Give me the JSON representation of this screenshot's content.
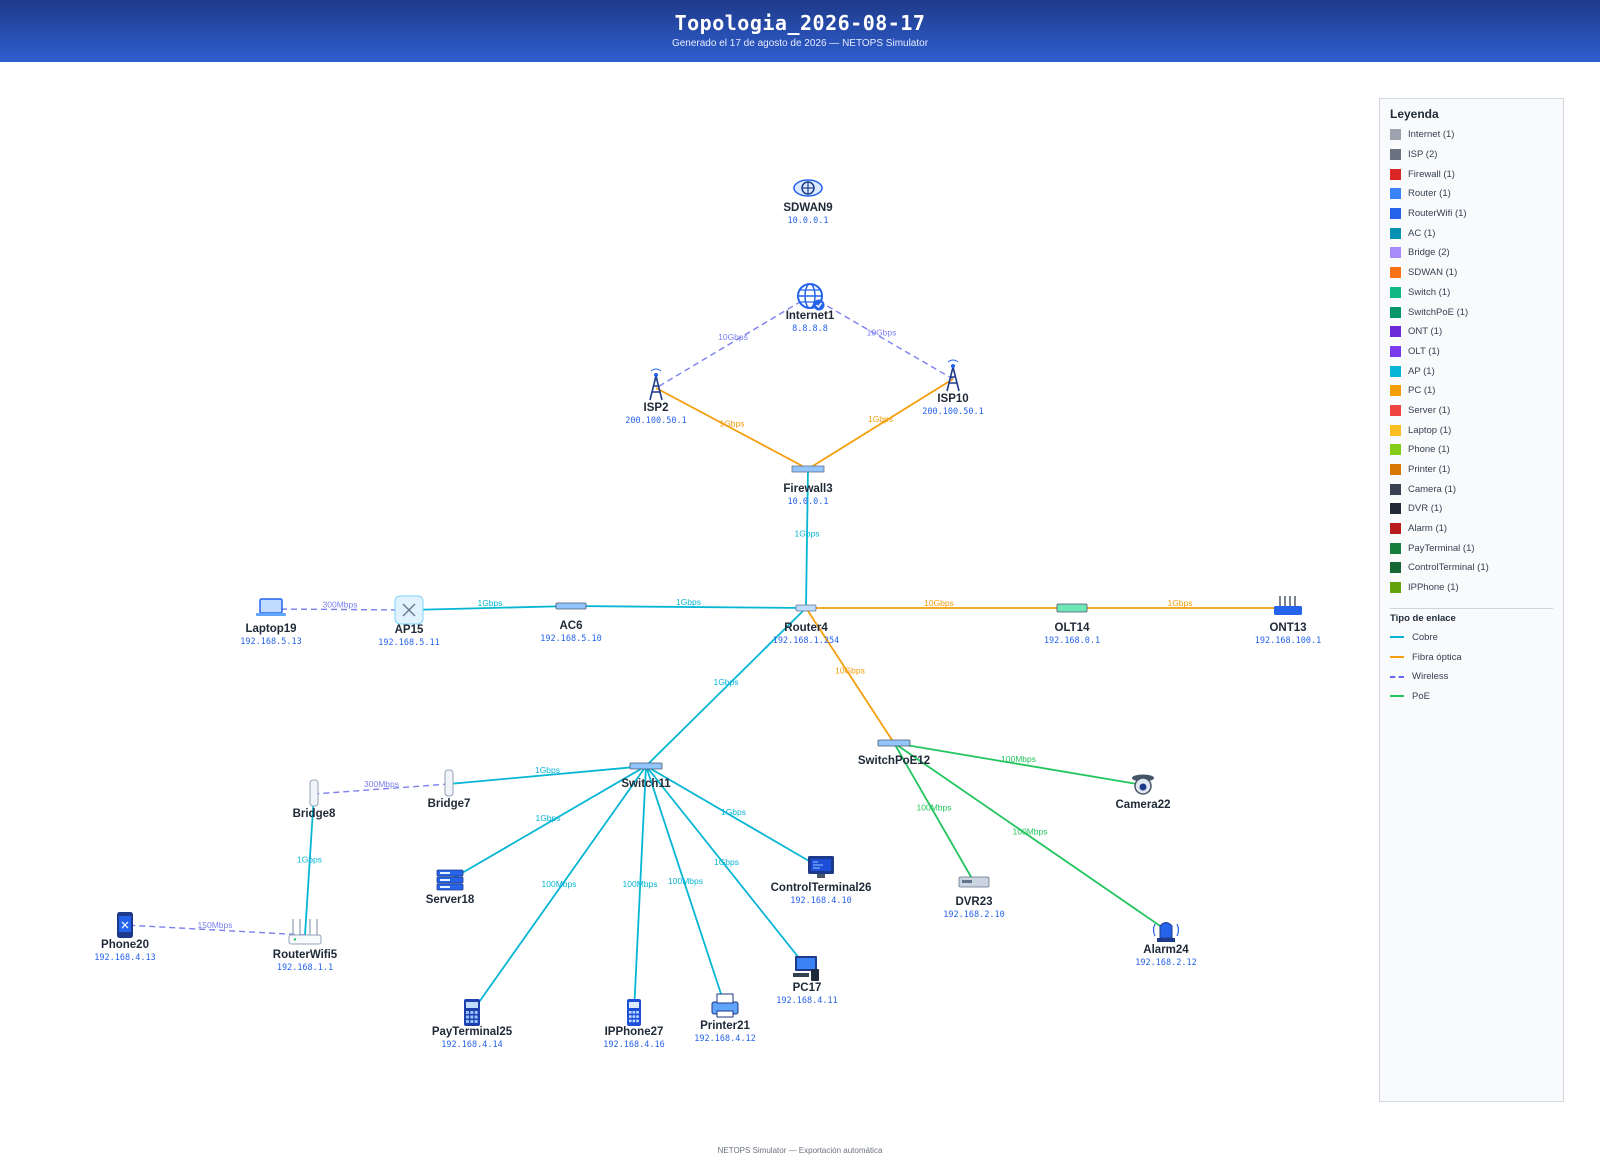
{
  "header": {
    "title": "Topologia_2026-08-17",
    "subtitle": "Generado el 17 de agosto de 2026 — NETOPS Simulator"
  },
  "colors": {
    "cobre": "#06b6d4",
    "fibra": "#f59e0b",
    "wireless": "#6366f1",
    "poe": "#22c55e"
  },
  "nodes": [
    {
      "id": "SDWAN9",
      "name": "SDWAN9",
      "ip": "10.0.0.1",
      "icon": "sdwan-icon",
      "type": "SDWAN"
    },
    {
      "id": "Internet1",
      "name": "Internet1",
      "ip": "8.8.8.8",
      "icon": "globe-icon",
      "type": "Internet"
    },
    {
      "id": "ISP2",
      "name": "ISP2",
      "ip": "200.100.50.1",
      "icon": "antenna-tower-icon",
      "type": "ISP"
    },
    {
      "id": "ISP10",
      "name": "ISP10",
      "ip": "200.100.50.1",
      "icon": "antenna-tower-icon",
      "type": "ISP"
    },
    {
      "id": "Firewall3",
      "name": "Firewall3",
      "ip": "10.0.0.1",
      "icon": "firewall-icon",
      "type": "Firewall"
    },
    {
      "id": "Laptop19",
      "name": "Laptop19",
      "ip": "192.168.5.13",
      "icon": "laptop-icon",
      "type": "Laptop"
    },
    {
      "id": "AP15",
      "name": "AP15",
      "ip": "192.168.5.11",
      "icon": "access-point-icon",
      "type": "AP"
    },
    {
      "id": "AC6",
      "name": "AC6",
      "ip": "192.168.5.10",
      "icon": "ac-controller-icon",
      "type": "AC"
    },
    {
      "id": "Router4",
      "name": "Router4",
      "ip": "192.168.1.254",
      "icon": "router-icon",
      "type": "Router"
    },
    {
      "id": "OLT14",
      "name": "OLT14",
      "ip": "192.168.0.1",
      "icon": "olt-icon",
      "type": "OLT"
    },
    {
      "id": "ONT13",
      "name": "ONT13",
      "ip": "192.168.100.1",
      "icon": "ont-icon",
      "type": "ONT"
    },
    {
      "id": "SwitchPoE12",
      "name": "SwitchPoE12",
      "ip": "",
      "icon": "switch-poe-icon",
      "type": "SwitchPoE"
    },
    {
      "id": "Switch11",
      "name": "Switch11",
      "ip": "",
      "icon": "switch-icon",
      "type": "Switch"
    },
    {
      "id": "Bridge8",
      "name": "Bridge8",
      "ip": "",
      "icon": "bridge-icon",
      "type": "Bridge"
    },
    {
      "id": "Bridge7",
      "name": "Bridge7",
      "ip": "",
      "icon": "bridge-icon",
      "type": "Bridge"
    },
    {
      "id": "Camera22",
      "name": "Camera22",
      "ip": "",
      "icon": "camera-icon",
      "type": "Camera"
    },
    {
      "id": "Server18",
      "name": "Server18",
      "ip": "",
      "icon": "server-icon",
      "type": "Server"
    },
    {
      "id": "ControlTerminal26",
      "name": "ControlTerminal26",
      "ip": "192.168.4.10",
      "icon": "control-terminal-icon",
      "type": "ControlTerminal"
    },
    {
      "id": "DVR23",
      "name": "DVR23",
      "ip": "192.168.2.10",
      "icon": "dvr-icon",
      "type": "DVR"
    },
    {
      "id": "Phone20",
      "name": "Phone20",
      "ip": "192.168.4.13",
      "icon": "phone-icon",
      "type": "Phone"
    },
    {
      "id": "RouterWifi5",
      "name": "RouterWifi5",
      "ip": "192.168.1.1",
      "icon": "wifi-router-icon",
      "type": "RouterWifi"
    },
    {
      "id": "Alarm24",
      "name": "Alarm24",
      "ip": "192.168.2.12",
      "icon": "alarm-icon",
      "type": "Alarm"
    },
    {
      "id": "PC17",
      "name": "PC17",
      "ip": "192.168.4.11",
      "icon": "pc-icon",
      "type": "PC"
    },
    {
      "id": "PayTerminal25",
      "name": "PayTerminal25",
      "ip": "192.168.4.14",
      "icon": "pay-terminal-icon",
      "type": "PayTerminal"
    },
    {
      "id": "IPPhone27",
      "name": "IPPhone27",
      "ip": "192.168.4.16",
      "icon": "ip-phone-icon",
      "type": "IPPhone"
    },
    {
      "id": "Printer21",
      "name": "Printer21",
      "ip": "192.168.4.12",
      "icon": "printer-icon",
      "type": "Printer"
    }
  ],
  "links": [
    {
      "from": "Internet1",
      "to": "ISP2",
      "type": "wireless",
      "label": "10Gbps"
    },
    {
      "from": "Internet1",
      "to": "ISP10",
      "type": "wireless",
      "label": "10Gbps"
    },
    {
      "from": "ISP2",
      "to": "Firewall3",
      "type": "fibra",
      "label": "1Gbps"
    },
    {
      "from": "ISP10",
      "to": "Firewall3",
      "type": "fibra",
      "label": "1Gbps"
    },
    {
      "from": "Firewall3",
      "to": "Router4",
      "type": "cobre",
      "label": "1Gbps"
    },
    {
      "from": "Laptop19",
      "to": "AP15",
      "type": "wireless",
      "label": "300Mbps"
    },
    {
      "from": "AP15",
      "to": "AC6",
      "type": "cobre",
      "label": "1Gbps"
    },
    {
      "from": "AC6",
      "to": "Router4",
      "type": "cobre",
      "label": "1Gbps"
    },
    {
      "from": "Router4",
      "to": "OLT14",
      "type": "fibra",
      "label": "10Gbps"
    },
    {
      "from": "OLT14",
      "to": "ONT13",
      "type": "fibra",
      "label": "1Gbps"
    },
    {
      "from": "Router4",
      "to": "Switch11",
      "type": "cobre",
      "label": "1Gbps"
    },
    {
      "from": "Router4",
      "to": "SwitchPoE12",
      "type": "fibra",
      "label": "10Gbps"
    },
    {
      "from": "SwitchPoE12",
      "to": "Camera22",
      "type": "poe",
      "label": "100Mbps"
    },
    {
      "from": "SwitchPoE12",
      "to": "DVR23",
      "type": "poe",
      "label": "100Mbps"
    },
    {
      "from": "SwitchPoE12",
      "to": "Alarm24",
      "type": "poe",
      "label": "100Mbps"
    },
    {
      "from": "Switch11",
      "to": "Bridge7",
      "type": "cobre",
      "label": "1Gbps"
    },
    {
      "from": "Bridge7",
      "to": "Bridge8",
      "type": "wireless",
      "label": "300Mbps"
    },
    {
      "from": "Bridge8",
      "to": "RouterWifi5",
      "type": "cobre",
      "label": "1Gbps"
    },
    {
      "from": "RouterWifi5",
      "to": "Phone20",
      "type": "wireless",
      "label": "150Mbps"
    },
    {
      "from": "Switch11",
      "to": "Server18",
      "type": "cobre",
      "label": "1Gbps"
    },
    {
      "from": "Switch11",
      "to": "ControlTerminal26",
      "type": "cobre",
      "label": "1Gbps"
    },
    {
      "from": "Switch11",
      "to": "PC17",
      "type": "cobre",
      "label": "1Gbps"
    },
    {
      "from": "Switch11",
      "to": "PayTerminal25",
      "type": "cobre",
      "label": "100Mbps"
    },
    {
      "from": "Switch11",
      "to": "IPPhone27",
      "type": "cobre",
      "label": "100Mbps"
    },
    {
      "from": "Switch11",
      "to": "Printer21",
      "type": "cobre",
      "label": "100Mbps"
    }
  ],
  "legend": {
    "title": "Leyenda",
    "items": [
      {
        "label": "Internet (1)",
        "color": "#9ca3af"
      },
      {
        "label": "ISP (2)",
        "color": "#6b7280"
      },
      {
        "label": "Firewall (1)",
        "color": "#dc2626"
      },
      {
        "label": "Router (1)",
        "color": "#3b82f6"
      },
      {
        "label": "RouterWifi (1)",
        "color": "#2563eb"
      },
      {
        "label": "AC (1)",
        "color": "#0891b2"
      },
      {
        "label": "Bridge (2)",
        "color": "#a78bfa"
      },
      {
        "label": "SDWAN (1)",
        "color": "#f97316"
      },
      {
        "label": "Switch (1)",
        "color": "#10b981"
      },
      {
        "label": "SwitchPoE (1)",
        "color": "#059669"
      },
      {
        "label": "ONT (1)",
        "color": "#6d28d9"
      },
      {
        "label": "OLT (1)",
        "color": "#7c3aed"
      },
      {
        "label": "AP (1)",
        "color": "#06b6d4"
      },
      {
        "label": "PC (1)",
        "color": "#f59e0b"
      },
      {
        "label": "Server (1)",
        "color": "#ef4444"
      },
      {
        "label": "Laptop (1)",
        "color": "#fbbf24"
      },
      {
        "label": "Phone (1)",
        "color": "#84cc16"
      },
      {
        "label": "Printer (1)",
        "color": "#d97706"
      },
      {
        "label": "Camera (1)",
        "color": "#374151"
      },
      {
        "label": "DVR (1)",
        "color": "#1f2937"
      },
      {
        "label": "Alarm (1)",
        "color": "#b91c1c"
      },
      {
        "label": "PayTerminal (1)",
        "color": "#15803d"
      },
      {
        "label": "ControlTerminal (1)",
        "color": "#166534"
      },
      {
        "label": "IPPhone (1)",
        "color": "#65a30d"
      }
    ],
    "link_title": "Tipo de enlace",
    "link_types": [
      {
        "label": "Cobre",
        "color": "#06b6d4",
        "style": "solid"
      },
      {
        "label": "Fibra óptica",
        "color": "#f59e0b",
        "style": "solid"
      },
      {
        "label": "Wireless",
        "color": "#6366f1",
        "style": "dashed"
      },
      {
        "label": "PoE",
        "color": "#22c55e",
        "style": "solid"
      }
    ]
  },
  "footer": "NETOPS Simulator — Exportación automática"
}
